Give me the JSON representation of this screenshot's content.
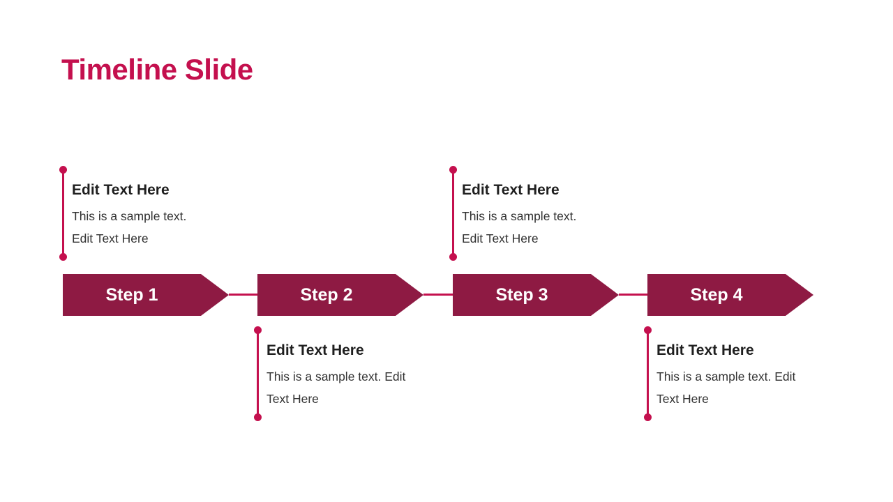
{
  "slide": {
    "title": "Timeline Slide"
  },
  "colors": {
    "accent": "#C4104E",
    "arrow_fill": "#8E1A43",
    "heading": "#1F1F1F",
    "body": "#333333",
    "step_label": "#FFFFFF"
  },
  "steps": [
    {
      "label": "Step 1",
      "note_position": "above",
      "note": {
        "heading": "Edit Text Here",
        "body": "This is a sample text. Edit Text Here"
      }
    },
    {
      "label": "Step 2",
      "note_position": "below",
      "note": {
        "heading": "Edit Text Here",
        "body": "This is a sample text. Edit Text Here"
      }
    },
    {
      "label": "Step 3",
      "note_position": "above",
      "note": {
        "heading": "Edit Text Here",
        "body": "This is a sample text. Edit Text Here"
      }
    },
    {
      "label": "Step 4",
      "note_position": "below",
      "note": {
        "heading": "Edit Text Here",
        "body": "This is a sample text. Edit Text Here"
      }
    }
  ]
}
